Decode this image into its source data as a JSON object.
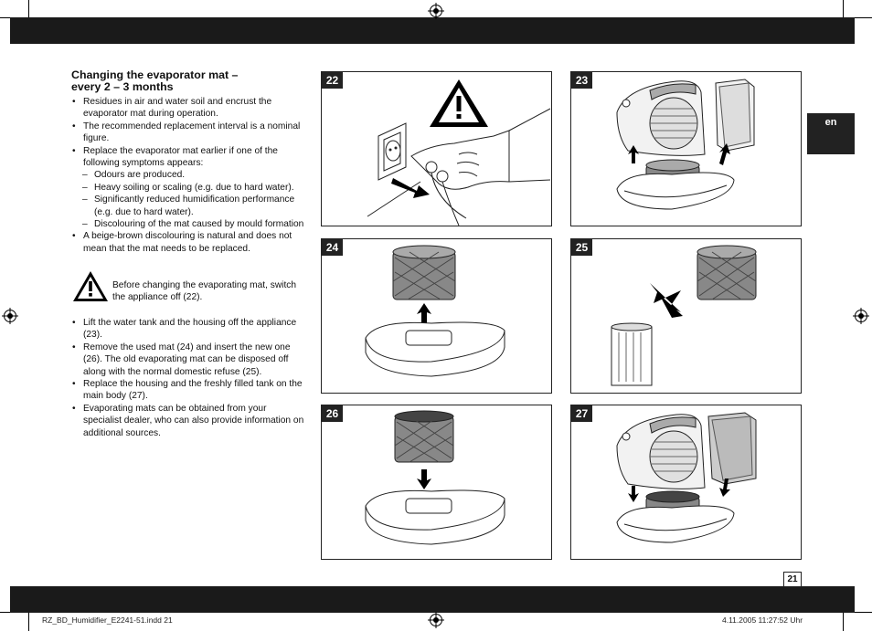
{
  "section": {
    "heading_line1": "Changing the evaporator mat –",
    "heading_line2": "every 2 – 3 months",
    "bullets": [
      "Residues in air and water soil and encrust the evaporator mat during operation.",
      "The recommended replacement interval is a nominal figure.",
      "Replace the evaporator mat earlier if one of the following symptoms appears:"
    ],
    "symptoms": [
      "Odours are produced.",
      "Heavy soiling or scaling (e.g. due to hard water).",
      "Significantly reduced humidification performance (e.g. due to hard water).",
      "Discolouring of the mat caused by mould formation"
    ],
    "bullet_after": "A beige-brown discolouring is natural and does not mean that the mat needs to be replaced.",
    "warning": "Before changing the evaporating mat, switch the appliance off (22).",
    "steps": [
      "Lift the water tank and the housing off the appliance (23).",
      "Remove the used mat (24) and insert the new one (26). The old evaporating mat can be disposed off along with the normal domestic refuse (25).",
      "Replace the housing and the freshly filled tank on the main body (27).",
      "Evaporating mats can be obtained from your specialist dealer, who can also provide information on additional sources."
    ]
  },
  "figures": [
    "22",
    "23",
    "24",
    "25",
    "26",
    "27"
  ],
  "language_tab": "en",
  "page_number": "21",
  "footer": {
    "left": "RZ_BD_Humidifier_E2241-51.indd   21",
    "right": "4.11.2005   11:27:52 Uhr"
  },
  "colors": {
    "bar": "#1a1a1a",
    "text": "#111111"
  },
  "icons": [
    "warning-triangle-icon",
    "registration-mark-icon"
  ]
}
